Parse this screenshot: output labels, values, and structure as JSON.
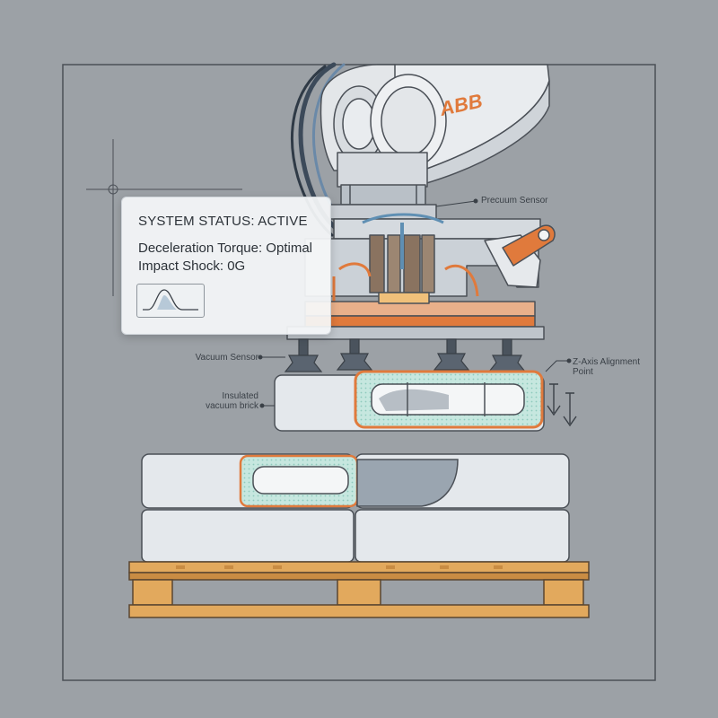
{
  "brand": {
    "logo_text": "ABB",
    "accent": "#e07a3c"
  },
  "status_panel": {
    "title": "SYSTEM STATUS: ACTIVE",
    "torque_line": "Deceleration Torque: Optimal",
    "shock_line": "Impact Shock: 0G",
    "graph_icon": "waveform-icon"
  },
  "callouts": {
    "precuum_sensor": "Precuum Sensor",
    "vacuum_sensor": "Vacuum Sensor",
    "insulated_brick": "Insulated\nvacuum brick",
    "z_axis": "Z-Axis Alignment\nPoint"
  },
  "colors": {
    "background": "#9ca1a6",
    "frame_line": "#4b5057",
    "robot_white": "#e9ecef",
    "steel": "#a9b0b7",
    "copper": "#e07a3c",
    "insulation_teal": "#bfe3dc",
    "pallet_wood": "#e2a95d"
  }
}
